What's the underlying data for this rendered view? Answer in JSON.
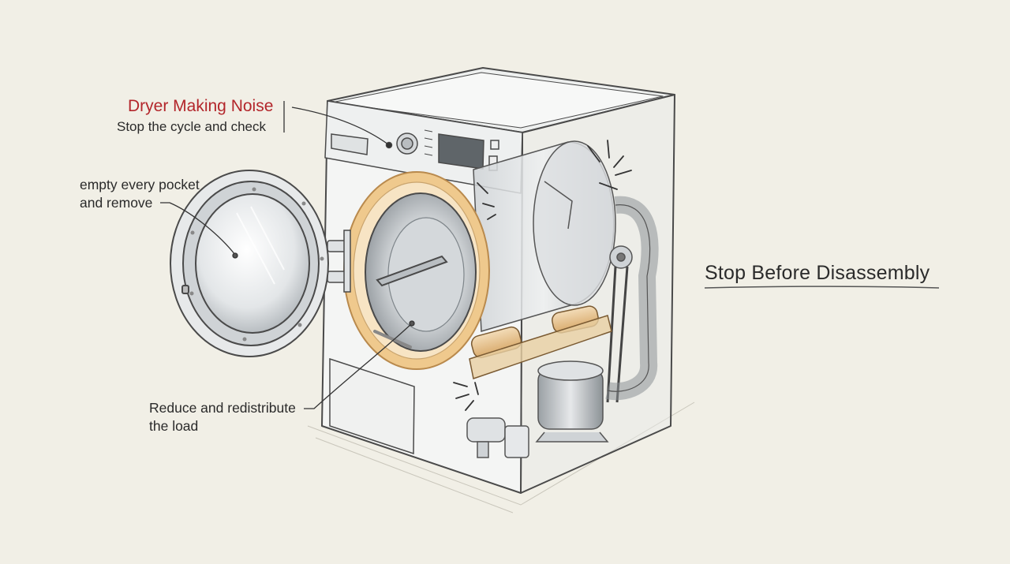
{
  "callouts": {
    "noise_title": "Dryer Making Noise",
    "noise_sub": "Stop the cycle and check",
    "pocket_line1": "empty every pocket",
    "pocket_line2": "and remove",
    "load_line1": "Reduce and redistribute",
    "load_line2": "the load"
  },
  "side_title": "Stop Before Disassembly",
  "colors": {
    "background": "#f1efe6",
    "accent_red": "#b3262b",
    "gasket": "#e9c48e",
    "sketch_line": "#4a4a4a"
  }
}
